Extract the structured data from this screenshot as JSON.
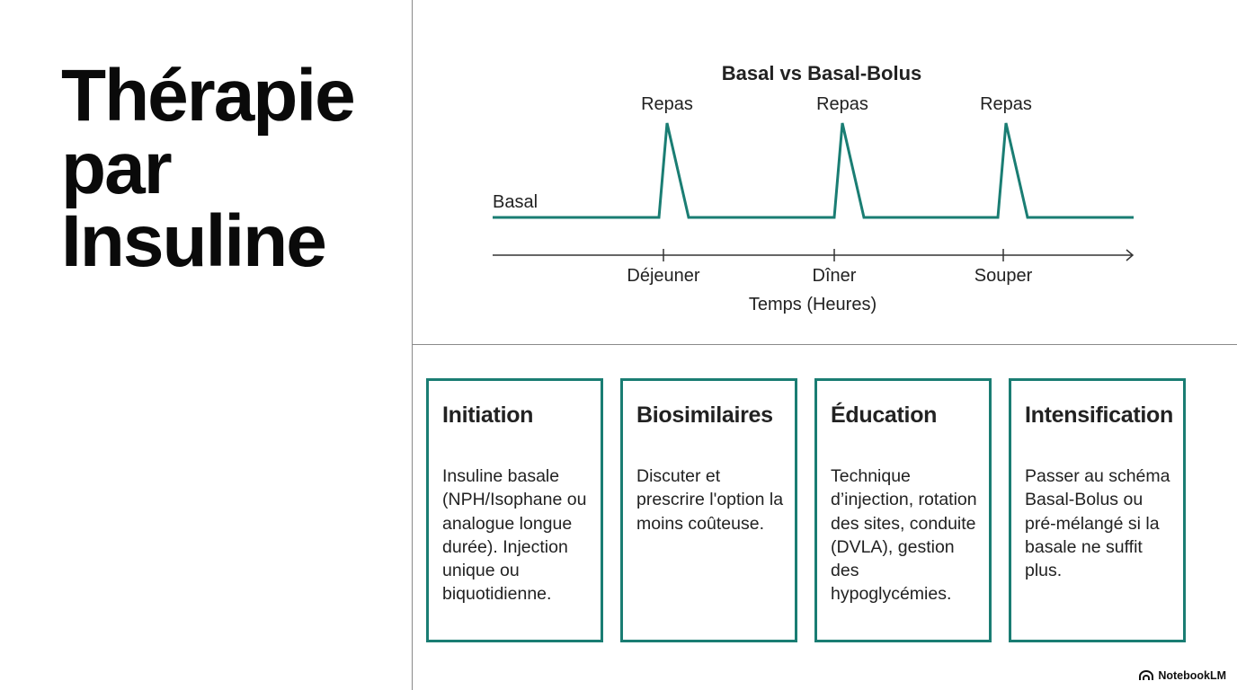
{
  "title": {
    "line1": "Thérapie",
    "line2": "par",
    "line3": "Insuline"
  },
  "diagram": {
    "title": "Basal vs Basal-Bolus",
    "basal_label": "Basal",
    "x_axis_label": "Temps (Heures)",
    "meals": [
      {
        "peak_label": "Repas",
        "tick_label": "Déjeuner"
      },
      {
        "peak_label": "Repas",
        "tick_label": "Dîner"
      },
      {
        "peak_label": "Repas",
        "tick_label": "Souper"
      }
    ],
    "line_color": "#1a7d73"
  },
  "cards": [
    {
      "title": "Initiation",
      "body": "Insuline basale (NPH/Isophane ou analogue longue durée). Injection unique ou biquotidienne."
    },
    {
      "title": "Biosimilaires",
      "body": "Discuter et prescrire l'option la moins coûteuse."
    },
    {
      "title": "Éducation",
      "body": "Technique d’injection, rotation des sites, conduite (DVLA), gestion des hypoglycémies."
    },
    {
      "title": "Intensification",
      "body": "Passer au schéma Basal-Bolus ou pré-mélangé si la basale ne suffit plus."
    }
  ],
  "accent_color": "#1a7d73",
  "logo": {
    "text": "NotebookLM",
    "icon": "notebooklm-icon"
  }
}
